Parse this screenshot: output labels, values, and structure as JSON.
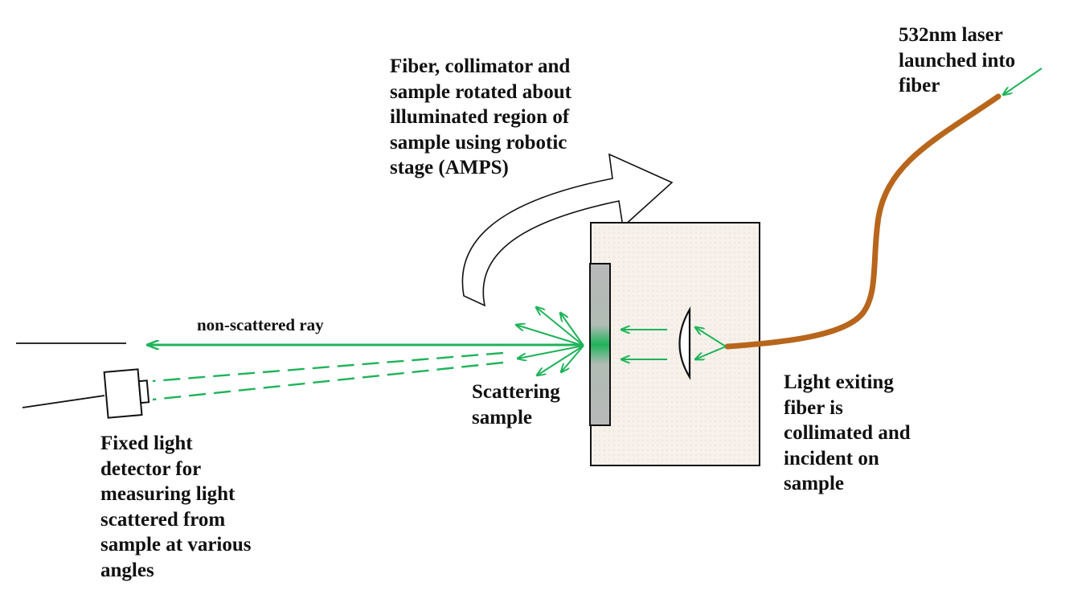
{
  "labels": {
    "laser": "532nm laser\nlaunched into\nfiber",
    "rotation": "Fiber, collimator and\nsample rotated about\nilluminated region of\nsample using robotic\nstage (AMPS)",
    "ray": "non-scattered ray",
    "scattering_sample": "Scattering\nsample",
    "light_exiting": "Light exiting\nfiber is\ncollimated and\nincident on\nsample",
    "detector": "Fixed light\ndetector for\nmeasuring light\nscattered from\nsample at various\nangles"
  },
  "colors": {
    "beam": "#1fb35a",
    "fiber": "#b8661c",
    "housing_fill": "#f6f1ea",
    "sample_fill": "#b8b8b8",
    "outline": "#111111"
  }
}
